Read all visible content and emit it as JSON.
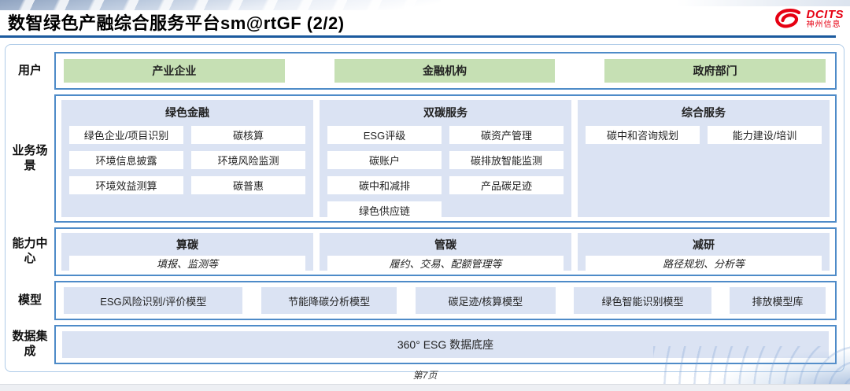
{
  "slide": {
    "title": "数智绿色产融综合服务平台sm@rtGF (2/2)",
    "page_number": "第7页",
    "logo": {
      "brand": "DCITS",
      "company": "神州信息"
    },
    "colors": {
      "title_rule_blue": "#1b5a9e",
      "box_border_blue": "#4e8bc8",
      "green_fill": "#c6e0b4",
      "blue_fill": "#dbe3f3",
      "logo_red": "#e60012"
    }
  },
  "rows": {
    "users": {
      "label": "用户",
      "items": [
        "产业企业",
        "金融机构",
        "政府部门"
      ]
    },
    "scenarios": {
      "label": "业务场景",
      "columns": [
        {
          "title": "绿色金融",
          "items": [
            "绿色企业/项目识别",
            "碳核算",
            "环境信息披露",
            "环境风险监测",
            "环境效益测算",
            "碳普惠"
          ]
        },
        {
          "title": "双碳服务",
          "items": [
            "ESG评级",
            "碳资产管理",
            "碳账户",
            "碳排放智能监测",
            "碳中和减排",
            "产品碳足迹",
            "绿色供应链"
          ]
        },
        {
          "title": "综合服务",
          "items": [
            "碳中和咨询规划",
            "能力建设/培训"
          ]
        }
      ]
    },
    "capabilities": {
      "label": "能力中心",
      "items": [
        {
          "title": "算碳",
          "desc": "填报、监测等"
        },
        {
          "title": "管碳",
          "desc": "履约、交易、配额管理等"
        },
        {
          "title": "减研",
          "desc": "路径规划、分析等"
        }
      ]
    },
    "models": {
      "label": "模型",
      "items": [
        "ESG风险识别/评价模型",
        "节能降碳分析模型",
        "碳足迹/核算模型",
        "绿色智能识别模型",
        "排放模型库"
      ]
    },
    "data_integration": {
      "label": "数据集成",
      "item": "360° ESG 数据底座"
    }
  }
}
